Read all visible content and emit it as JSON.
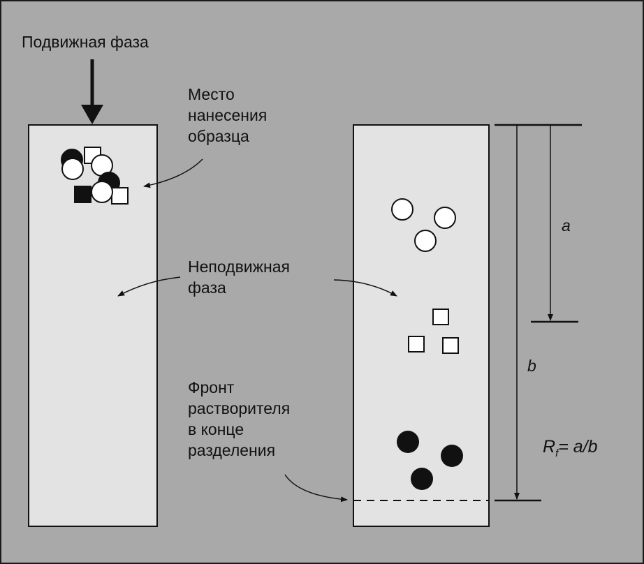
{
  "labels": {
    "mobile_phase": "Подвижная фаза",
    "sample_site": [
      "Место",
      "нанесения",
      "образца"
    ],
    "stationary_phase": [
      "Неподвижная",
      "фаза"
    ],
    "solvent_front": [
      "Фронт",
      "растворителя",
      "в конце",
      "разделения"
    ],
    "a": "a",
    "b": "b",
    "rf_formula": "= a/b",
    "rf_symbol": "R",
    "rf_subscript": "f"
  },
  "colors": {
    "background": "#a9a9a9",
    "plate": "#e3e3e3",
    "ink": "#111111",
    "white_marker": "#ffffff"
  }
}
